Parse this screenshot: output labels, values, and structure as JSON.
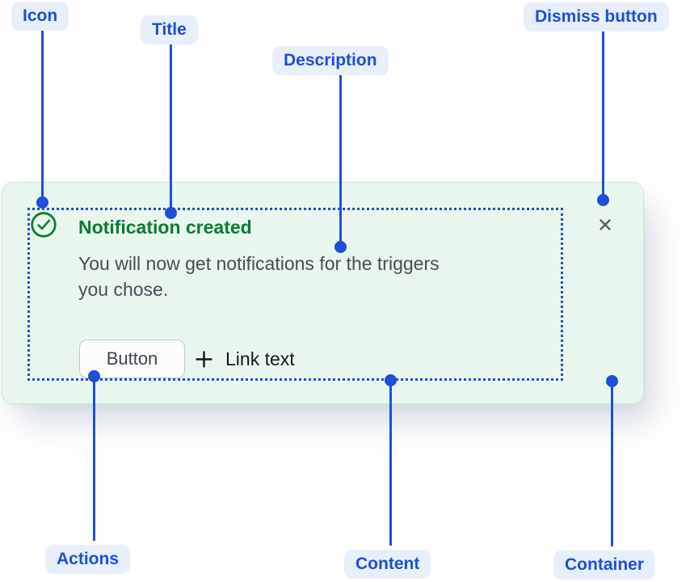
{
  "annotations": {
    "icon": "Icon",
    "title": "Title",
    "description": "Description",
    "dismiss_button": "Dismiss button",
    "actions": "Actions",
    "content": "Content",
    "container": "Container"
  },
  "notification": {
    "title": "Notification created",
    "description": "You will now get notifications for the triggers\nyou chose.",
    "actions": {
      "button_label": "Button",
      "link_label": "Link text"
    },
    "icons": {
      "status_icon": "success-check-icon",
      "dismiss_icon": "close-icon",
      "link_icon": "plus-icon"
    }
  },
  "colors": {
    "accent_blue": "#1D4FD8",
    "label_bg": "#E8EFFC",
    "card_bg": "#E9F6EE",
    "card_border": "#C9E7D6",
    "title_green": "#0B7B35",
    "icon_green": "#0E7F38",
    "desc_text": "#474D57",
    "dismiss_gray": "#5A616C",
    "button_bg": "#FBFCFB",
    "button_border": "#C2C7CD",
    "button_text": "#3F454E",
    "link_text": "#15181D"
  }
}
